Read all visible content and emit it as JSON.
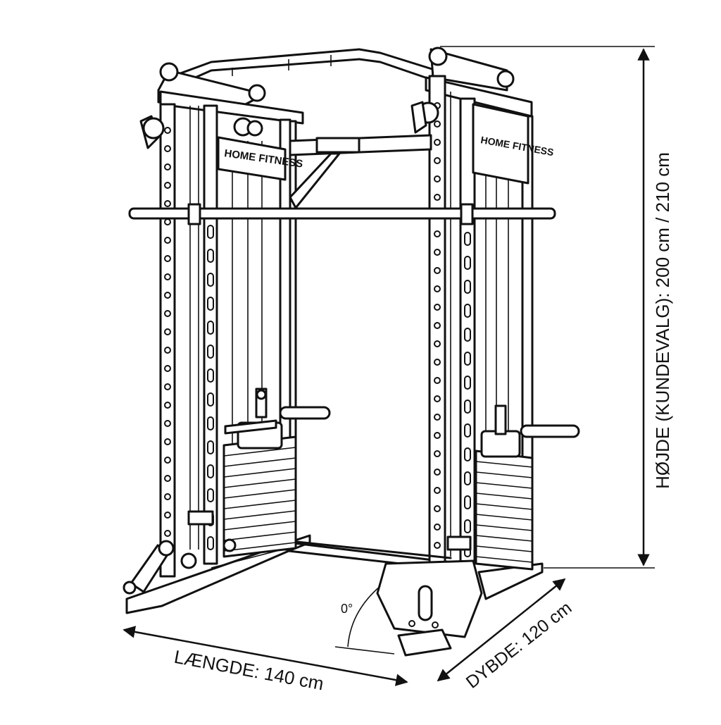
{
  "diagram": {
    "brand_left": "HOME FITNESS",
    "brand_right": "HOME FITNESS",
    "dimensions": {
      "length": "LÆNGDE: 140 cm",
      "depth": "DYBDE: 120 cm",
      "height": "HØJDE (KUNDEVALG): 200 cm / 210 cm"
    },
    "angle_label": "0°"
  }
}
